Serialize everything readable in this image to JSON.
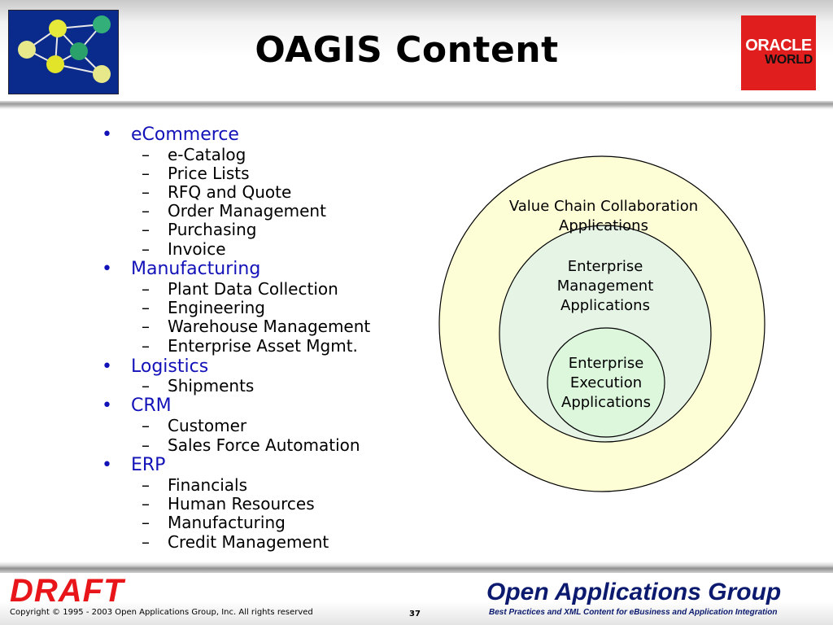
{
  "header": {
    "title": "OAGIS Content",
    "brand_badge": {
      "line1": "ORACLE",
      "line2": "WORLD"
    }
  },
  "colors": {
    "bullet_heading": "#1212b8",
    "outer_circle": "#fefed6",
    "middle_circle": "#e6f4e6",
    "inner_circle": "#ddf7dd",
    "draft": "#e8161a",
    "org_name": "#0b1a6e",
    "logo_bg": "#0a2a8c"
  },
  "icons": {
    "logo": "network-nodes-icon"
  },
  "bullets": [
    {
      "label": "eCommerce",
      "items": [
        "e-Catalog",
        "Price Lists",
        "RFQ and Quote",
        "Order Management",
        "Purchasing",
        "Invoice"
      ]
    },
    {
      "label": "Manufacturing",
      "items": [
        "Plant Data Collection",
        "Engineering",
        "Warehouse Management",
        "Enterprise Asset Mgmt."
      ]
    },
    {
      "label": "Logistics",
      "items": [
        "Shipments"
      ]
    },
    {
      "label": "CRM",
      "items": [
        "Customer",
        "Sales Force Automation"
      ]
    },
    {
      "label": "ERP",
      "items": [
        "Financials",
        "Human Resources",
        "Manufacturing",
        "Credit Management"
      ]
    }
  ],
  "diagram": {
    "outer": {
      "line1": "Value Chain Collaboration",
      "line2": "Applications"
    },
    "middle": {
      "line1": "Enterprise",
      "line2": "Management",
      "line3": "Applications"
    },
    "inner": {
      "line1": "Enterprise",
      "line2": "Execution",
      "line3": "Applications"
    }
  },
  "footer": {
    "draft": "DRAFT",
    "copyright": "Copyright © 1995 - 2003  Open Applications Group, Inc.   All rights reserved",
    "page_number": "37",
    "org_name": "Open Applications Group",
    "tagline": "Best Practices and XML Content for eBusiness and Application Integration"
  }
}
